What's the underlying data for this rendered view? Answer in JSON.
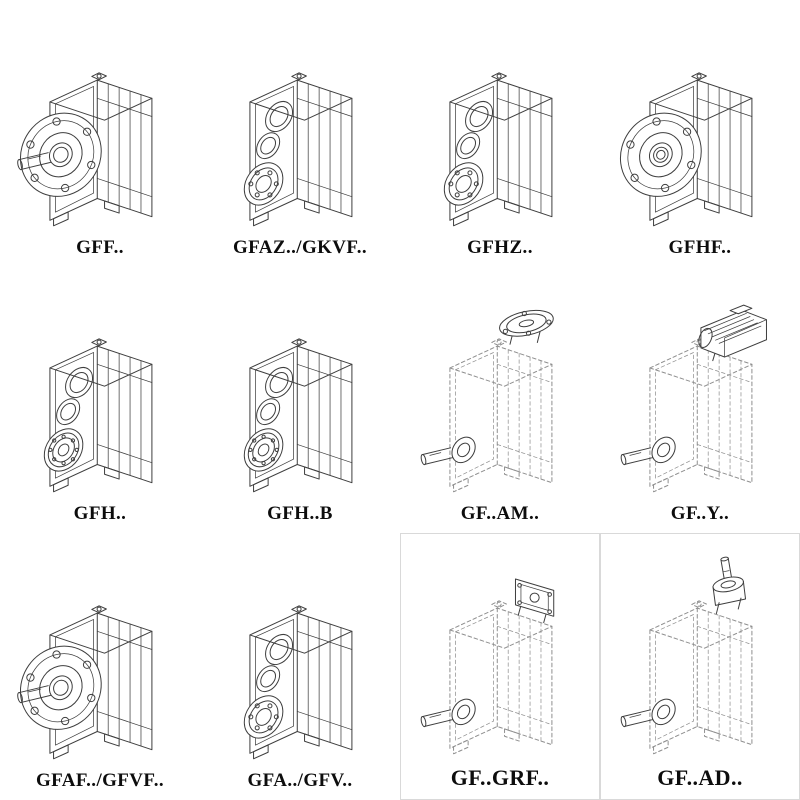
{
  "colors": {
    "background": "#ffffff",
    "line": "#3e3e3e",
    "dashed_line": "#8f8f8f",
    "label": "#0d0d0d",
    "cell_border": "#d9d9d9"
  },
  "cells": [
    {
      "label": "GFF..",
      "drawing": "gearbox-flange-output-with-shaft"
    },
    {
      "label": "GFAZ../GKVF..",
      "drawing": "gearbox-hollow-shaft-bores"
    },
    {
      "label": "GFHZ..",
      "drawing": "gearbox-hollow-shaft-bores"
    },
    {
      "label": "GFHF..",
      "drawing": "gearbox-flange-output-hollow"
    },
    {
      "label": "GFH..",
      "drawing": "gearbox-shaft-mounted-bearing"
    },
    {
      "label": "GFH..B",
      "drawing": "gearbox-shaft-mounted-bearing"
    },
    {
      "label": "GF..AM..",
      "drawing": "gearbox-dashed-motor-flange-adapter"
    },
    {
      "label": "GF..Y..",
      "drawing": "gearbox-dashed-mounted-motor"
    },
    {
      "label": "GFAF../GFVF..",
      "drawing": "gearbox-flange-output-with-shaft"
    },
    {
      "label": "GFA../GFV..",
      "drawing": "gearbox-hollow-shaft-bores"
    },
    {
      "label": "GF..GRF..",
      "drawing": "gearbox-dashed-adapter-plate"
    },
    {
      "label": "GF..AD..",
      "drawing": "gearbox-dashed-input-shaft-adapter"
    }
  ]
}
